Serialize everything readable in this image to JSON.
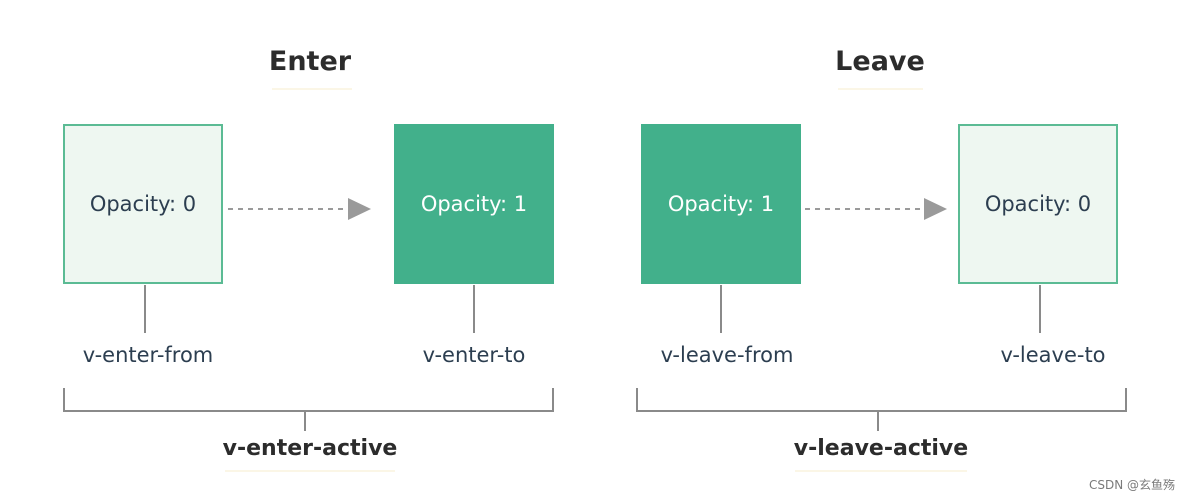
{
  "colors": {
    "accent": "#42b08b",
    "light_fill": "#eef7f1",
    "border": "#5bbb94",
    "connector": "#8a8a8a",
    "arrow": "#9a9a9a"
  },
  "enter": {
    "title": "Enter",
    "from_box": {
      "text": "Opacity: 0",
      "style": "light"
    },
    "to_box": {
      "text": "Opacity: 1",
      "style": "dark"
    },
    "from_label": "v-enter-from",
    "to_label": "v-enter-to",
    "active_label": "v-enter-active"
  },
  "leave": {
    "title": "Leave",
    "from_box": {
      "text": "Opacity: 1",
      "style": "dark"
    },
    "to_box": {
      "text": "Opacity: 0",
      "style": "light"
    },
    "from_label": "v-leave-from",
    "to_label": "v-leave-to",
    "active_label": "v-leave-active"
  },
  "watermark": "CSDN @玄鱼殇"
}
